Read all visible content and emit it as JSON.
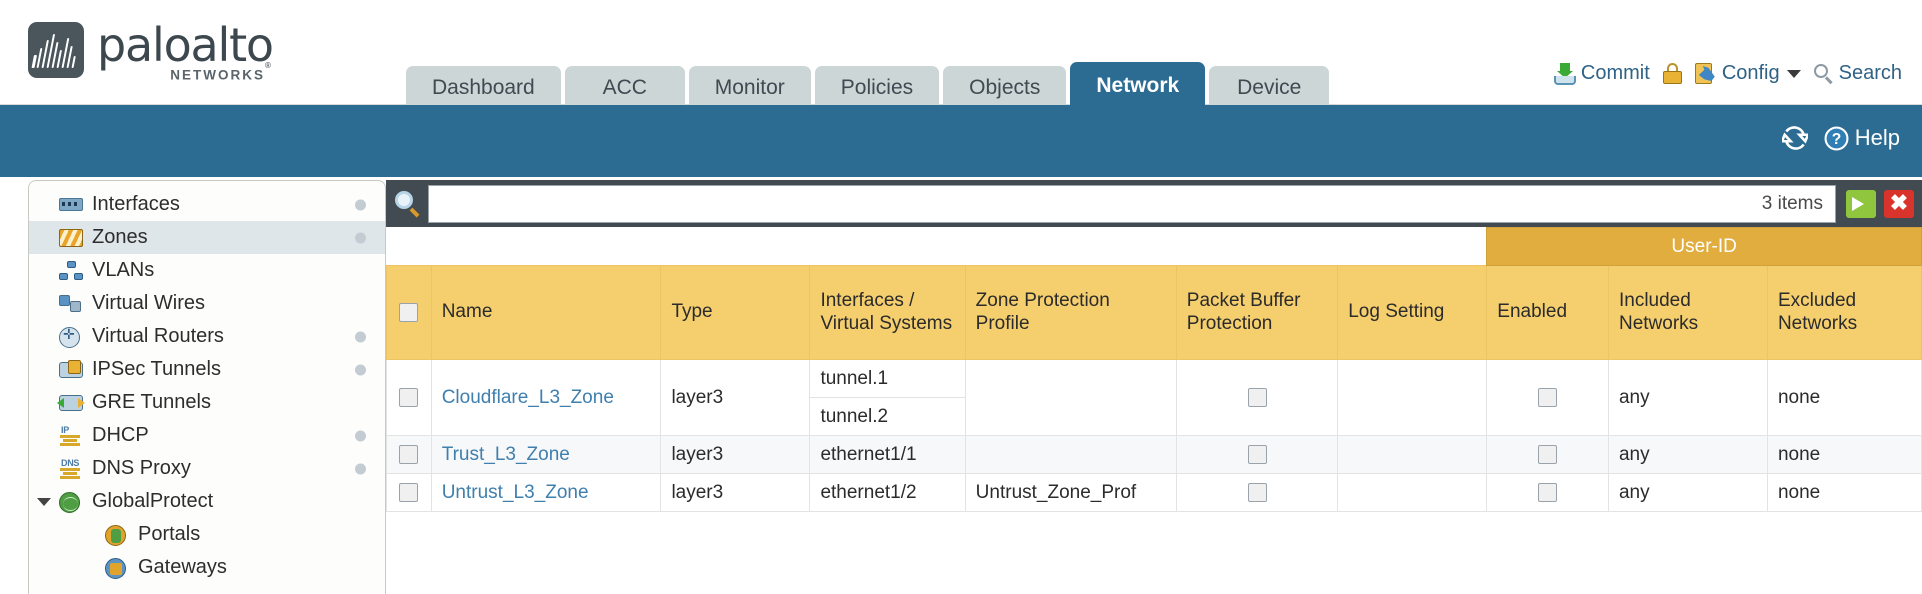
{
  "brand": {
    "name": "paloalto",
    "tagline": "NETWORKS",
    "registered": "®"
  },
  "nav": {
    "tabs": [
      {
        "label": "Dashboard",
        "active": false
      },
      {
        "label": "ACC",
        "active": false
      },
      {
        "label": "Monitor",
        "active": false
      },
      {
        "label": "Policies",
        "active": false
      },
      {
        "label": "Objects",
        "active": false
      },
      {
        "label": "Network",
        "active": true
      },
      {
        "label": "Device",
        "active": false
      }
    ]
  },
  "top_actions": {
    "commit": "Commit",
    "lock_icon": "padlock-icon",
    "config": "Config",
    "search": "Search"
  },
  "blue_bar": {
    "refresh_icon": "refresh-icon",
    "help": "Help"
  },
  "sidebar": {
    "items": [
      {
        "label": "Interfaces",
        "icon": "interfaces-icon",
        "selected": false,
        "dot": true,
        "child": false,
        "expander": false
      },
      {
        "label": "Zones",
        "icon": "zones-icon",
        "selected": true,
        "dot": true,
        "child": false,
        "expander": false
      },
      {
        "label": "VLANs",
        "icon": "vlans-icon",
        "selected": false,
        "dot": false,
        "child": false,
        "expander": false
      },
      {
        "label": "Virtual Wires",
        "icon": "virtual-wires-icon",
        "selected": false,
        "dot": false,
        "child": false,
        "expander": false
      },
      {
        "label": "Virtual Routers",
        "icon": "virtual-routers-icon",
        "selected": false,
        "dot": true,
        "child": false,
        "expander": false
      },
      {
        "label": "IPSec Tunnels",
        "icon": "ipsec-tunnels-icon",
        "selected": false,
        "dot": true,
        "child": false,
        "expander": false
      },
      {
        "label": "GRE Tunnels",
        "icon": "gre-tunnels-icon",
        "selected": false,
        "dot": false,
        "child": false,
        "expander": false
      },
      {
        "label": "DHCP",
        "icon": "dhcp-icon",
        "selected": false,
        "dot": true,
        "child": false,
        "expander": false
      },
      {
        "label": "DNS Proxy",
        "icon": "dns-proxy-icon",
        "selected": false,
        "dot": true,
        "child": false,
        "expander": false
      },
      {
        "label": "GlobalProtect",
        "icon": "globalprotect-icon",
        "selected": false,
        "dot": false,
        "child": false,
        "expander": true
      },
      {
        "label": "Portals",
        "icon": "portals-icon",
        "selected": false,
        "dot": false,
        "child": true,
        "expander": false
      },
      {
        "label": "Gateways",
        "icon": "gateways-icon",
        "selected": false,
        "dot": false,
        "child": true,
        "expander": false
      }
    ]
  },
  "filter": {
    "value": "",
    "placeholder": "",
    "items_count": "3 items",
    "search_icon": "search-icon",
    "apply_icon": "apply-filter-icon",
    "clear_icon": "clear-filter-icon"
  },
  "table": {
    "group_header": "User-ID",
    "columns": [
      "Name",
      "Type",
      "Interfaces / Virtual Systems",
      "Zone Protection Profile",
      "Packet Buffer Protection",
      "Log Setting",
      "Enabled",
      "Included Networks",
      "Excluded Networks"
    ],
    "rows": [
      {
        "selected": false,
        "name": "Cloudflare_L3_Zone",
        "type": "layer3",
        "interfaces": [
          "tunnel.1",
          "tunnel.2"
        ],
        "zone_protection_profile": "",
        "packet_buffer_protection": false,
        "log_setting": "",
        "userid_enabled": false,
        "included_networks": "any",
        "excluded_networks": "none"
      },
      {
        "selected": false,
        "name": "Trust_L3_Zone",
        "type": "layer3",
        "interfaces": [
          "ethernet1/1"
        ],
        "zone_protection_profile": "",
        "packet_buffer_protection": false,
        "log_setting": "",
        "userid_enabled": false,
        "included_networks": "any",
        "excluded_networks": "none"
      },
      {
        "selected": false,
        "name": "Untrust_L3_Zone",
        "type": "layer3",
        "interfaces": [
          "ethernet1/2"
        ],
        "zone_protection_profile": "Untrust_Zone_Prof",
        "packet_buffer_protection": false,
        "log_setting": "",
        "userid_enabled": false,
        "included_networks": "any",
        "excluded_networks": "none"
      }
    ]
  },
  "colors": {
    "brand_dark": "#4a555c",
    "nav_active": "#2c6c93",
    "table_header": "#f5cf6e",
    "group_header": "#e0ad3e",
    "link": "#3f7fae",
    "filter_bar": "#424b52"
  }
}
